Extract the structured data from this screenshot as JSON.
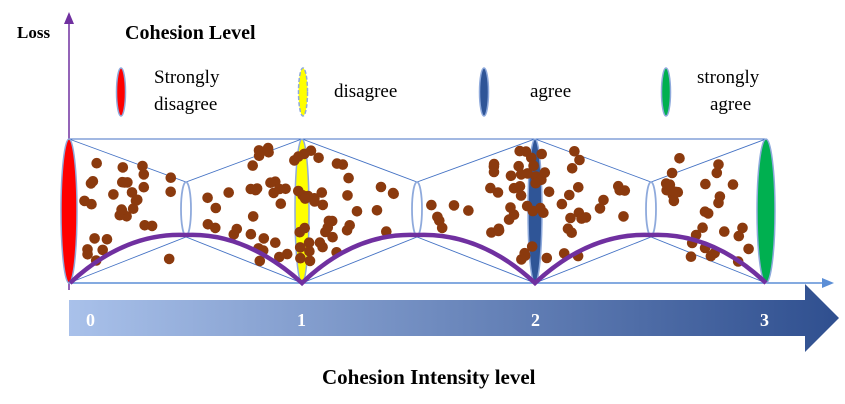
{
  "diagram": {
    "y_axis_label": "Loss",
    "legend_title": "Cohesion Level",
    "legend": [
      {
        "label_lines": [
          "Strongly",
          "disagree"
        ],
        "color": "#ff0000"
      },
      {
        "label_lines": [
          "disagree"
        ],
        "color": "#ffff00"
      },
      {
        "label_lines": [
          "agree"
        ],
        "color": "#2f5597"
      },
      {
        "label_lines": [
          "strongly",
          "agree"
        ],
        "color": "#00b050"
      }
    ],
    "intensity_ticks": [
      "0",
      "1",
      "2",
      "3"
    ],
    "x_axis_label": "Cohesion Intensity level",
    "colors": {
      "axis": "#7030a0",
      "curve": "#7030a0",
      "cone_outline": "#4472c4",
      "particle": "#8b3a0e",
      "arrow_start": "#a9c1ea",
      "arrow_end": "#2f4f8f"
    }
  }
}
